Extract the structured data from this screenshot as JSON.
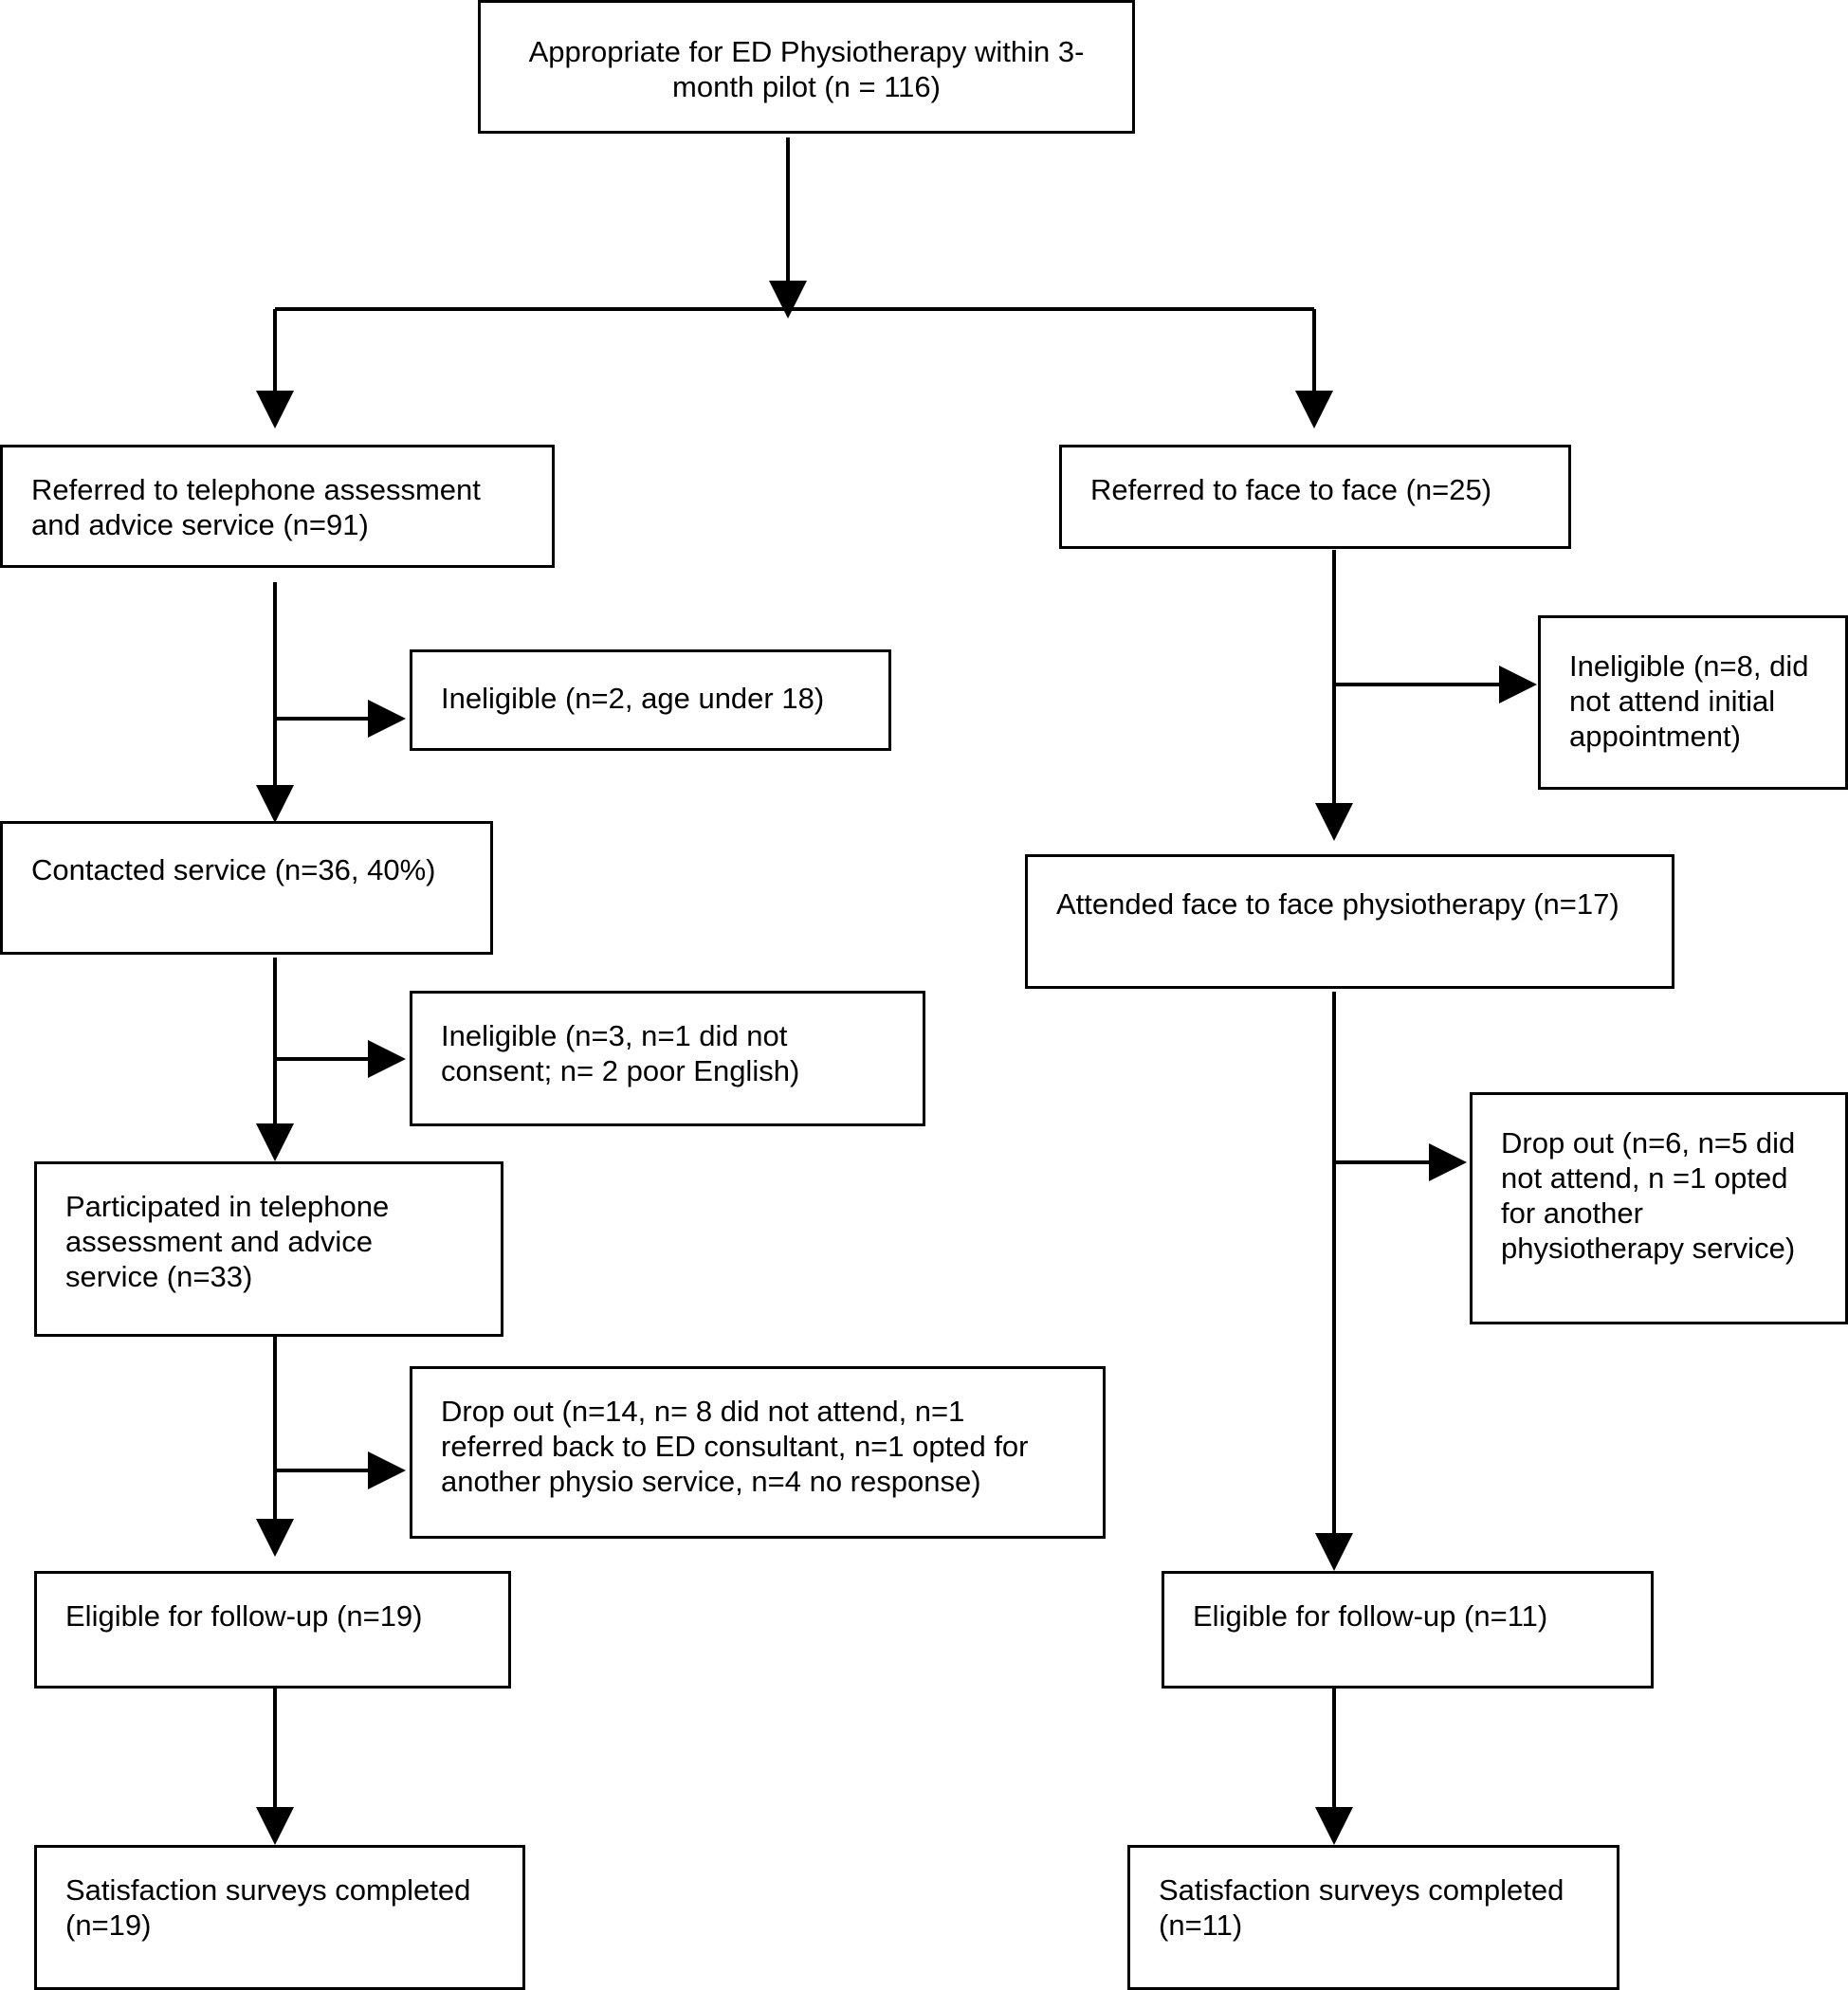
{
  "boxes": {
    "appropriate": "Appropriate for ED Physiotherapy within 3-month pilot (n = 116)",
    "telephone_referred": "Referred to telephone assessment and advice service (n=91)",
    "ineligible_age": "Ineligible (n=2, age  under 18)",
    "contacted": "Contacted service (n=36, 40%)",
    "ineligible_consent": "Ineligible (n=3, n=1 did not consent; n= 2 poor English)",
    "participated": "Participated in telephone assessment and advice service (n=33)",
    "dropout_telephone": "Drop out (n=14, n= 8 did not attend, n=1 referred back to ED consultant, n=1 opted for another physio service, n=4 no response)",
    "eligible_telephone": "Eligible for follow-up (n=19)",
    "surveys_telephone": "Satisfaction surveys completed (n=19)",
    "face_referred": "Referred to face to face (n=25)",
    "ineligible_face": "Ineligible (n=8, did not attend initial appointment)",
    "attended_face": "Attended face to face physiotherapy (n=17)",
    "dropout_face": "Drop out (n=6, n=5 did not attend, n =1 opted for another physiotherapy service)",
    "eligible_face": "Eligible for follow-up (n=11)",
    "surveys_face": "Satisfaction surveys completed (n=11)"
  }
}
